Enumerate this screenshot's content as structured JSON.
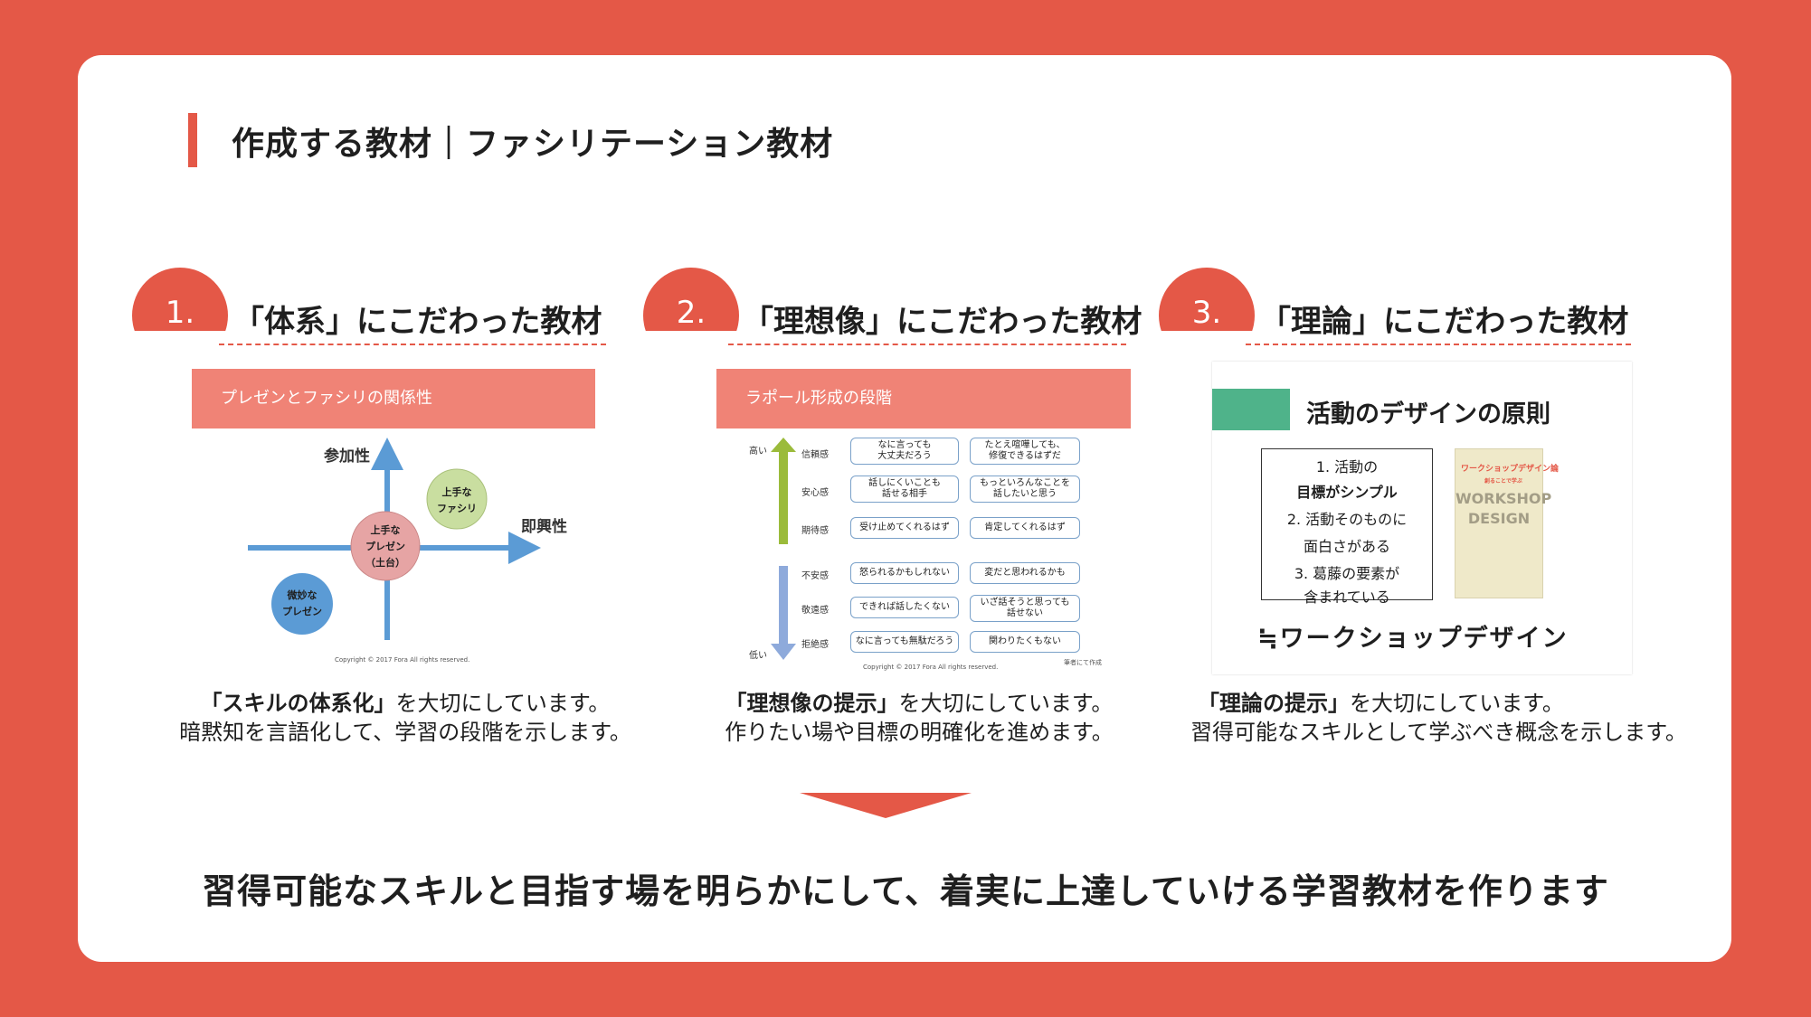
{
  "header": {
    "title": "作成する教材｜ファシリテーション教材"
  },
  "sections": [
    {
      "number": "1.",
      "title": "「体系」にこだわった教材",
      "panel_title": "プレゼンとファシリの関係性",
      "desc_bold": "「スキルの体系化」",
      "desc_rest": "を大切にしています。",
      "desc_line2": "暗黙知を言語化して、学習の段階を示します。"
    },
    {
      "number": "2.",
      "title": "「理想像」にこだわった教材",
      "panel_title": "ラポール形成の段階",
      "desc_bold": "「理想像の提示」",
      "desc_rest": "を大切にしています。",
      "desc_line2": "作りたい場や目標の明確化を進めます。"
    },
    {
      "number": "3.",
      "title": "「理論」にこだわった教材",
      "panel_title": "活動のデザインの原則",
      "desc_bold": "「理論の提示」",
      "desc_rest": "を大切にしています。",
      "desc_line2": "習得可能なスキルとして学ぶべき概念を示します。"
    }
  ],
  "diagram": {
    "axis_y": "参加性",
    "axis_x": "即興性",
    "center_lines": [
      "上手な",
      "プレゼン",
      "（土台）"
    ],
    "top_right_lines": [
      "上手な",
      "ファシリ"
    ],
    "bottom_left_lines": [
      "微妙な",
      "プレゼン"
    ],
    "copyright": "Copyright © 2017 Fora All rights reserved.",
    "colors": {
      "arrow": "#5b9bd5",
      "center": "#e6a4a4",
      "top_right": "#c9dea0",
      "bottom_left": "#5b9bd5"
    }
  },
  "rapport": {
    "high_label": "高い",
    "low_label": "低い",
    "rows_top": [
      {
        "label": "信頼感",
        "left": [
          "なに言っても",
          "大丈夫だろう"
        ],
        "right": [
          "たとえ喧嘩しても、",
          "修復できるはずだ"
        ]
      },
      {
        "label": "安心感",
        "left": [
          "話しにくいことも",
          "話せる相手"
        ],
        "right": [
          "もっといろんなことを",
          "話したいと思う"
        ]
      },
      {
        "label": "期待感",
        "left": [
          "受け止めてくれるはず"
        ],
        "right": [
          "肯定してくれるはず"
        ]
      }
    ],
    "rows_bottom": [
      {
        "label": "不安感",
        "left": [
          "怒られるかもしれない"
        ],
        "right": [
          "変だと思われるかも"
        ]
      },
      {
        "label": "敬遠感",
        "left": [
          "できれば話したくない"
        ],
        "right": [
          "いざ話そうと思っても",
          "話せない"
        ]
      },
      {
        "label": "拒絶感",
        "left": [
          "なに言っても無駄だろう"
        ],
        "right": [
          "関わりたくもない"
        ]
      }
    ],
    "copyright": "Copyright © 2017 Fora All rights reserved.",
    "source": "筆者にて作成",
    "colors": {
      "up_arrow": "#9bbb3b",
      "down_arrow": "#8eaadb"
    }
  },
  "principle": {
    "box_lines": [
      "1. 活動の",
      "目標がシンプル",
      "2. 活動そのものに",
      "面白さがある",
      "3. 葛藤の要素が",
      "含まれている"
    ],
    "book_title": "ワークショップデザイン論",
    "book_subtitle": "創ることで学ぶ",
    "book_big": [
      "WORKSHOP",
      "DESIGN"
    ],
    "footer": "≒ワークショップデザイン"
  },
  "arrow_color": "#e45847",
  "conclusion": "習得可能なスキルと目指す場を明らかにして、着実に上達していける学習教材を作ります"
}
